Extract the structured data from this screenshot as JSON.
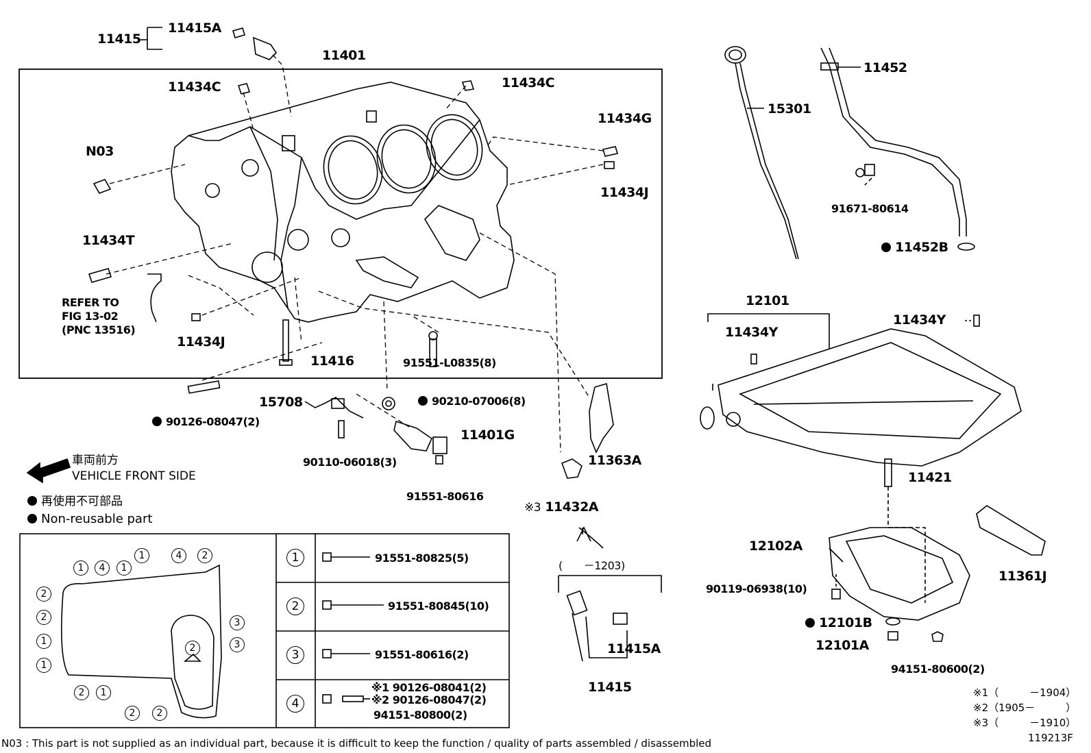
{
  "parts": {
    "p11415_top": "11415",
    "p11415A_top": "11415A",
    "p11401": "11401",
    "p11434C_left": "11434C",
    "p11434C_right": "11434C",
    "p11434G": "11434G",
    "p11434J_right": "11434J",
    "pN03": "N03",
    "p11434T": "11434T",
    "p11434J_left": "11434J",
    "p11416": "11416",
    "p91551_L0835": "91551-L0835(8)",
    "p90126_08047": "90126-08047(2)",
    "p15708": "15708",
    "p90210_07006": "90210-07006(8)",
    "p11401G": "11401G",
    "p90110_06018": "90110-06018(3)",
    "p91551_80616_mid": "91551-80616",
    "p11363A": "11363A",
    "p11432A": "11432A",
    "p11432A_mark": "※3",
    "p1203": "(　　－1203)",
    "p11415A_bot": "11415A",
    "p11415_bot": "11415",
    "p15301": "15301",
    "p11452": "11452",
    "p91671_80614": "91671-80614",
    "p11452B": "11452B",
    "p12101": "12101",
    "p11434Y_left": "11434Y",
    "p11434Y_right": "11434Y",
    "p11421": "11421",
    "p12102A": "12102A",
    "p11361J": "11361J",
    "p90119_06938": "90119-06938(10)",
    "p12101B": "12101B",
    "p12101A": "12101A",
    "p94151_80600": "94151-80600(2)"
  },
  "refer": {
    "line1": "REFER TO",
    "line2": "FIG 13-02",
    "line3": "(PNC 13516)"
  },
  "legend": {
    "front_jp": "車両前方",
    "front_en": "VEHICLE FRONT SIDE",
    "nonreuse_jp": "再使用不可部品",
    "nonreuse_en": "Non-reusable part"
  },
  "bolt_table": {
    "rows": [
      {
        "num": "1",
        "part": "91551-80825(5)"
      },
      {
        "num": "2",
        "part": "91551-80845(10)"
      },
      {
        "num": "3",
        "part": "91551-80616(2)"
      },
      {
        "num": "4",
        "part_a": "※1 90126-08041(2)",
        "part_b": "※2 90126-08047(2)",
        "part_c": "94151-80800(2)"
      }
    ]
  },
  "pan_callouts": {
    "top": [
      "1",
      "4",
      "1",
      "1",
      "4",
      "2"
    ],
    "left": [
      "2",
      "2",
      "1",
      "1"
    ],
    "right": [
      "3",
      "3"
    ],
    "inner": "2",
    "bottom_row": [
      "2",
      "1"
    ],
    "bottom_sub": [
      "2",
      "2"
    ]
  },
  "notes": {
    "n1": "※1（　　　－1904）",
    "n2": "※2（1905－　　　）",
    "n3": "※3（　　　－1910）",
    "fig_id": "119213F",
    "footer": "N03 : This part is not supplied as an individual part, because it is difficult to keep the function / quality of parts  assembled / disassembled"
  }
}
